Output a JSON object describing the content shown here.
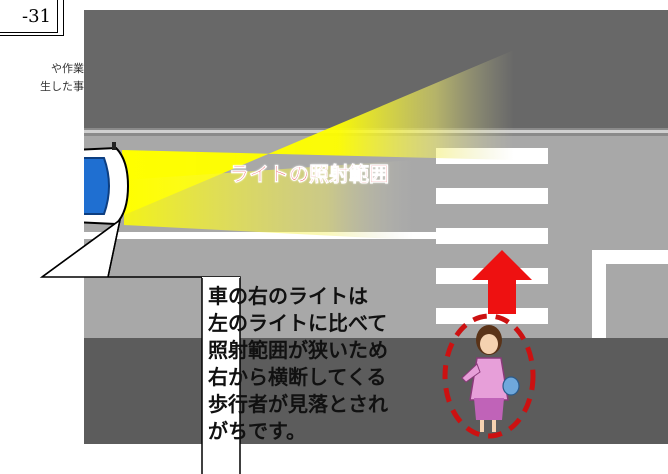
{
  "page_number": "-31",
  "caption": {
    "line1": "や作業中",
    "line2": "生した事故"
  },
  "light_label": "ライトの照射範囲",
  "callout": {
    "lines": [
      "車の右のライトは",
      "左のライトに比べて",
      "照射範囲が狭いため",
      "右から横断してくる",
      "歩行者が見落とされ",
      "がちです。"
    ]
  },
  "colors": {
    "road": "#686868",
    "road_dark": "#585858",
    "sidewalk": "#a6a6a6",
    "beam": "#ffff00",
    "label_red": "#e6202a",
    "arrow": "#ee1111",
    "car_body": "#1f6fd1"
  }
}
